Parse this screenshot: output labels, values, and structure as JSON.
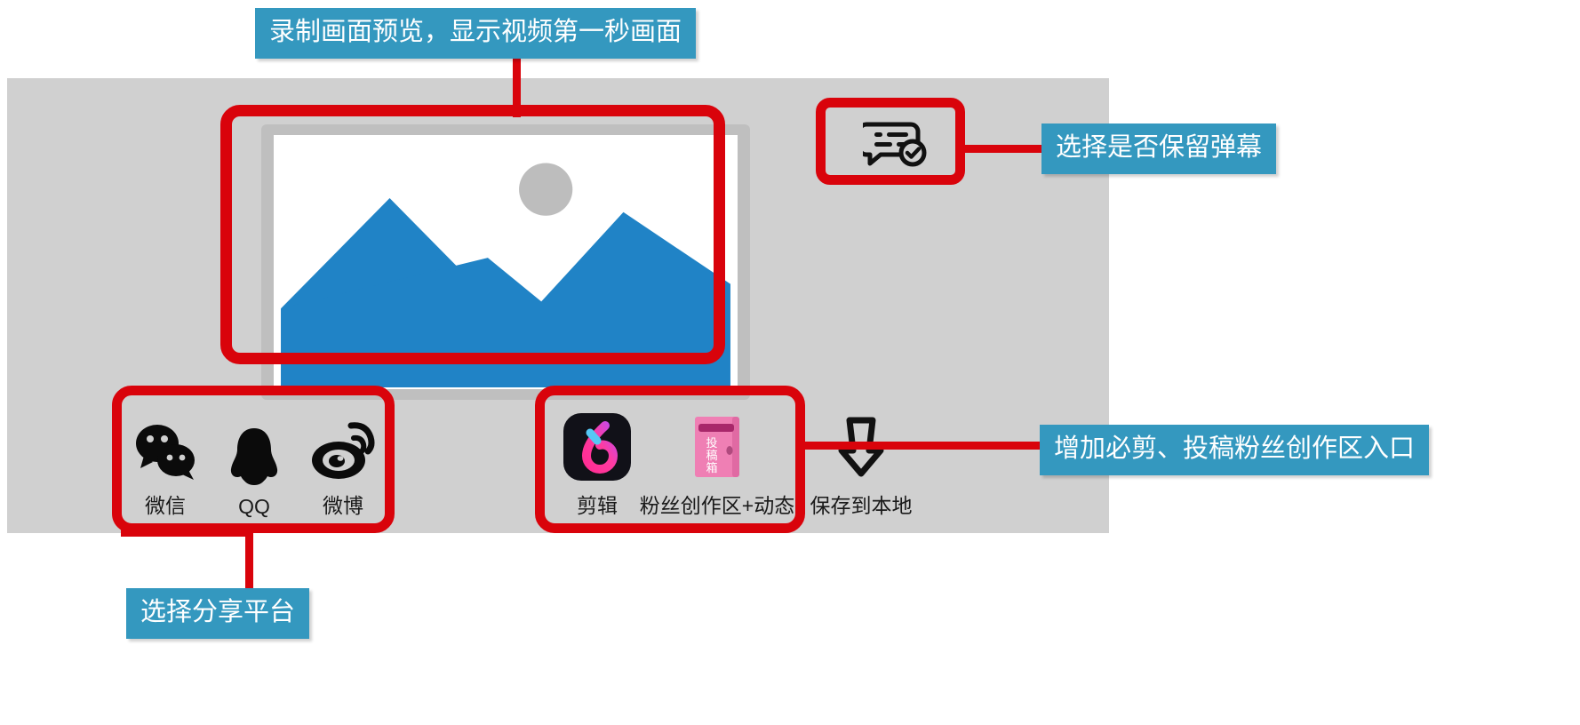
{
  "app": {
    "panel_name": "bilibili-recording-share-panel",
    "background_color": "#d0d0d0"
  },
  "preview": {
    "name": "recording-preview",
    "description": "video first-frame thumbnail placeholder",
    "sky_color": "#ffffff",
    "mountain_color": "#2083c6",
    "sun_color": "#bdbdbd",
    "frame_color": "#bfbfbf"
  },
  "danmaku": {
    "icon_name": "danmaku-keep-toggle-icon",
    "label": ""
  },
  "share_row": {
    "items": [
      {
        "icon": "wechat-icon",
        "label": "微信"
      },
      {
        "icon": "qq-icon",
        "label": "QQ"
      },
      {
        "icon": "weibo-icon",
        "label": "微博"
      }
    ]
  },
  "action_row": {
    "items": [
      {
        "icon": "bijian-app-icon",
        "label": "剪辑"
      },
      {
        "icon": "submission-box-icon",
        "label": "粉丝创作区+动态"
      },
      {
        "icon": "download-arrow-icon",
        "label": "保存到本地"
      }
    ]
  },
  "callouts": {
    "preview": "录制画面预览，显示视频第一秒画面",
    "danmaku": "选择是否保留弹幕",
    "entry": "增加必剪、投稿粉丝创作区入口",
    "share": "选择分享平台"
  },
  "colors": {
    "callout_bg": "#3498bf",
    "callout_text": "#ffffff",
    "highlight": "#d9030b",
    "panel_bg": "#d0d0d0",
    "bijian_bg": "#111118",
    "bijian_pink": "#ff2d93",
    "bijian_blue": "#56c8f5",
    "mailbox_pink": "#ef7fb4",
    "mailbox_dark": "#a8276a"
  }
}
